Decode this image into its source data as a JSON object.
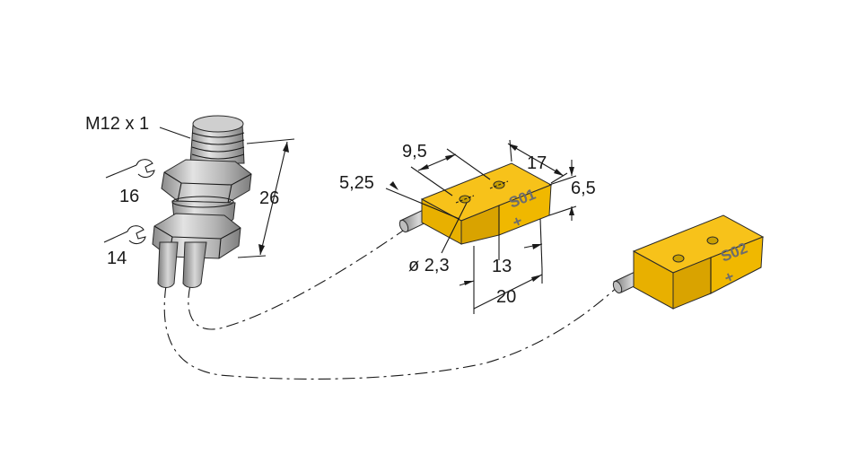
{
  "labels": {
    "thread": "M12 x 1",
    "wrench_1": "16",
    "wrench_2": "14",
    "length": "26",
    "dim_width_top": "9,5",
    "dim_depth": "17",
    "dim_offset": "5,25",
    "dim_height": "6,5",
    "dim_hole": "ø 2,3",
    "dim_13": "13",
    "dim_20": "20"
  },
  "sensors": [
    {
      "marking": "S01",
      "sign": "+"
    },
    {
      "marking": "S02",
      "sign": "+"
    }
  ],
  "colors": {
    "sensor_top": "#f7c21a",
    "sensor_front": "#e8b000",
    "sensor_side": "#d19c00",
    "metal_light": "#d9d9d9",
    "metal_mid": "#b5b5b5",
    "metal_dark": "#8a8a8a",
    "line": "#1a1a1a"
  }
}
